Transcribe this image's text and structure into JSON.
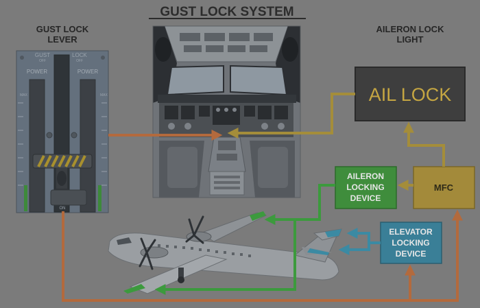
{
  "title": "GUST LOCK SYSTEM",
  "labels": {
    "gust_lock_lever_line1": "GUST LOCK",
    "gust_lock_lever_line2": "LEVER",
    "aileron_lock_light_line1": "AILERON LOCK",
    "aileron_lock_light_line2": "LIGHT",
    "ail_lock": "AIL LOCK",
    "mfc": "MFC",
    "aileron_locking_line1": "AILERON",
    "aileron_locking_line2": "LOCKING",
    "aileron_locking_line3": "DEVICE",
    "elevator_locking_line1": "ELEVATOR",
    "elevator_locking_line2": "LOCKING",
    "elevator_locking_line3": "DEVICE"
  },
  "lever_panel": {
    "gust": "GUST",
    "lock": "LOCK",
    "off_left": "OFF",
    "off_right": "OFF",
    "power_left": "POWER",
    "power_right": "POWER",
    "max_left": "MAX",
    "max_right": "MAX",
    "on": "ON"
  },
  "colors": {
    "background": "#7b7b7b",
    "orange_line": "#b36a3d",
    "yellow_line": "#a48d3a",
    "green_line": "#3c9a3d",
    "blue_line": "#3b8aa3",
    "green_box": "#3f8d3c",
    "blue_box": "#3a7f97",
    "mfc_box": "#a38a3a",
    "ail_lock_text": "#c5a642",
    "ail_lock_box": "#3e3e3e"
  }
}
